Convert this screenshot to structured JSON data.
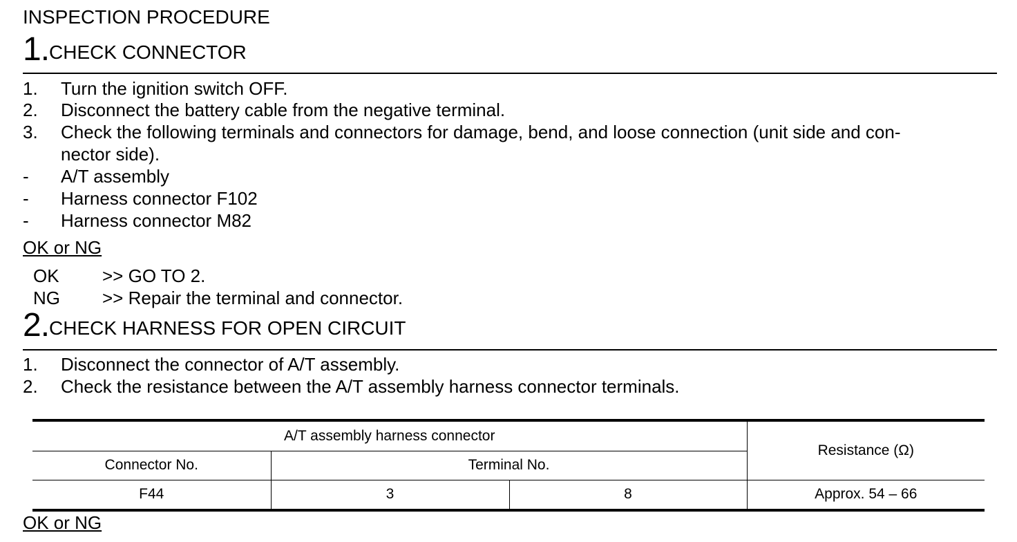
{
  "header": "INSPECTION PROCEDURE",
  "step1": {
    "number": "1.",
    "title": "CHECK CONNECTOR",
    "items": [
      {
        "n": "1.",
        "text": "Turn the ignition switch OFF."
      },
      {
        "n": "2.",
        "text": "Disconnect the battery cable from the negative terminal."
      },
      {
        "n": "3.",
        "text": "Check the following terminals and connectors for damage, bend, and loose connection (unit side and con-"
      },
      {
        "n": "",
        "text": "nector side)."
      },
      {
        "n": "-",
        "text": "A/T assembly"
      },
      {
        "n": "-",
        "text": "Harness connector F102"
      },
      {
        "n": "-",
        "text": "Harness connector M82"
      }
    ],
    "ok_ng_label": "OK or NG",
    "results": [
      {
        "status": "OK",
        "action": ">> GO TO 2."
      },
      {
        "status": "NG",
        "action": ">> Repair the terminal and connector."
      }
    ]
  },
  "step2": {
    "number": "2.",
    "title": "CHECK HARNESS FOR OPEN CIRCUIT",
    "items": [
      {
        "n": "1.",
        "text": "Disconnect the connector of A/T assembly."
      },
      {
        "n": "2.",
        "text": "Check the resistance between the A/T assembly harness connector terminals."
      }
    ],
    "table": {
      "group_header": "A/T assembly harness connector",
      "resistance_header": "Resistance (Ω)",
      "connector_header": "Connector No.",
      "terminal_header": "Terminal No.",
      "row": {
        "connector": "F44",
        "terminal_a": "3",
        "terminal_b": "8",
        "resistance": "Approx. 54 – 66"
      }
    },
    "ok_ng_label": "OK or NG"
  }
}
